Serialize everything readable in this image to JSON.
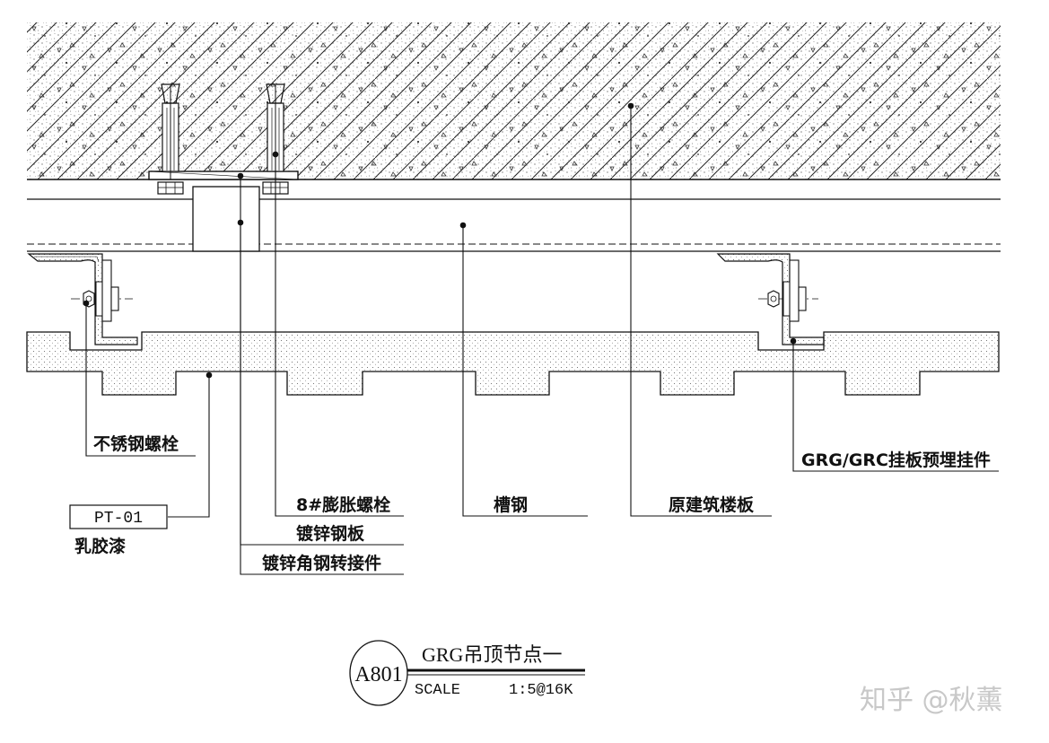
{
  "labels": {
    "stainless_bolt": "不锈钢螺栓",
    "pt_code": "PT-01",
    "latex_paint": "乳胶漆",
    "expansion_bolt": "8#膨胀螺栓",
    "galv_plate": "镀锌钢板",
    "galv_angle": "镀锌角钢转接件",
    "channel": "槽钢",
    "slab": "原建筑楼板",
    "embedded": "GRG/GRC挂板预埋挂件"
  },
  "title_block": {
    "code": "A801",
    "title": "GRG吊顶节点一",
    "scale_label": "SCALE",
    "scale_value": "1:5@16K"
  },
  "watermark": "知乎 @秋薰"
}
